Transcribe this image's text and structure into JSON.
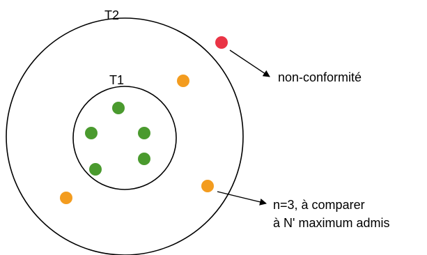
{
  "diagram": {
    "outer_circle": {
      "label": "T2"
    },
    "inner_circle": {
      "label": "T1"
    },
    "annotations": {
      "nonconformity": "non-conformité",
      "count_line1": "n=3, à comparer",
      "count_line2": "à N' maximum admis"
    },
    "colors": {
      "conforming": "#4a9a2e",
      "tolerated": "#f39c1f",
      "nonconforming": "#ea3445",
      "stroke": "#000000"
    },
    "point_groups": {
      "conforming_count": 5,
      "tolerated_count": 3,
      "nonconforming_count": 1
    }
  }
}
